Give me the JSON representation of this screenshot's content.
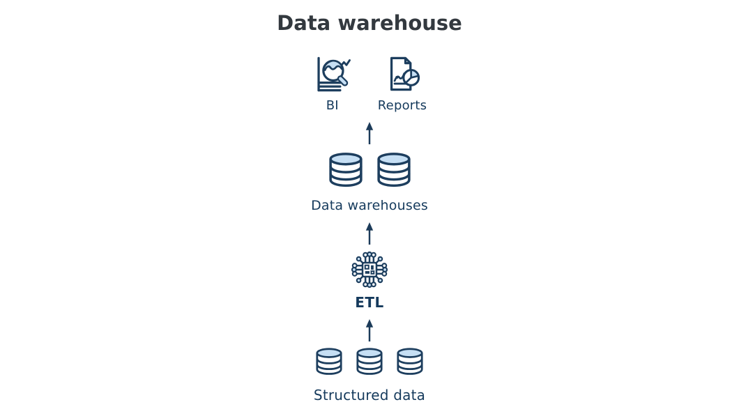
{
  "title": "Data warehouse",
  "colors": {
    "outline_navy": "#1d3e5e",
    "arrow_navy": "#1c3b59",
    "light_blue_fill": "#c6dff4",
    "title_text": "#33393f",
    "label_text": "#153a5c",
    "background": "#ffffff"
  },
  "layers": {
    "outputs": {
      "items": [
        {
          "label": "BI",
          "icon": "bi-magnifier-chart-icon"
        },
        {
          "label": "Reports",
          "icon": "report-document-pie-icon"
        }
      ]
    },
    "warehouse": {
      "label": "Data warehouses",
      "icon": "database-icon",
      "icon_count": 2
    },
    "etl": {
      "label": "ETL",
      "icon": "processor-chip-icon",
      "icon_count": 1
    },
    "source": {
      "label": "Structured data",
      "icon": "database-icon",
      "icon_count": 3
    }
  },
  "arrows": {
    "direction": "up",
    "count": 3
  }
}
